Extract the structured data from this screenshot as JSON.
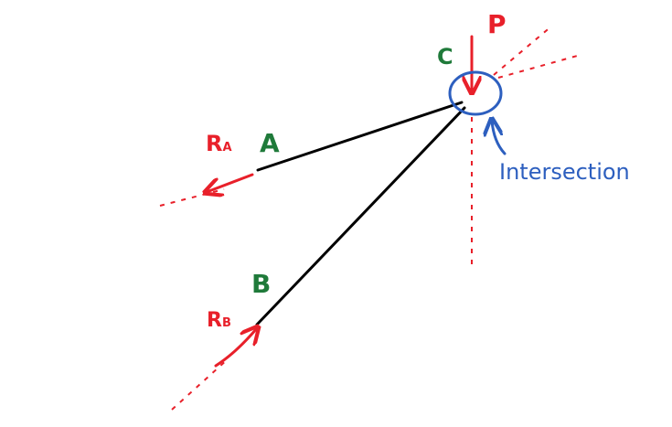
{
  "labels": {
    "point_a": "A",
    "point_b": "B",
    "point_c": "C",
    "load_p": "P",
    "reaction_a_main": "R",
    "reaction_a_sub": "A",
    "reaction_b_main": "R",
    "reaction_b_sub": "B",
    "intersection": "Intersection"
  },
  "colors": {
    "member": "#000000",
    "force": "#e8202a",
    "point_label": "#1f7a3a",
    "annotation": "#2d5fbf",
    "background": "#ffffff"
  }
}
